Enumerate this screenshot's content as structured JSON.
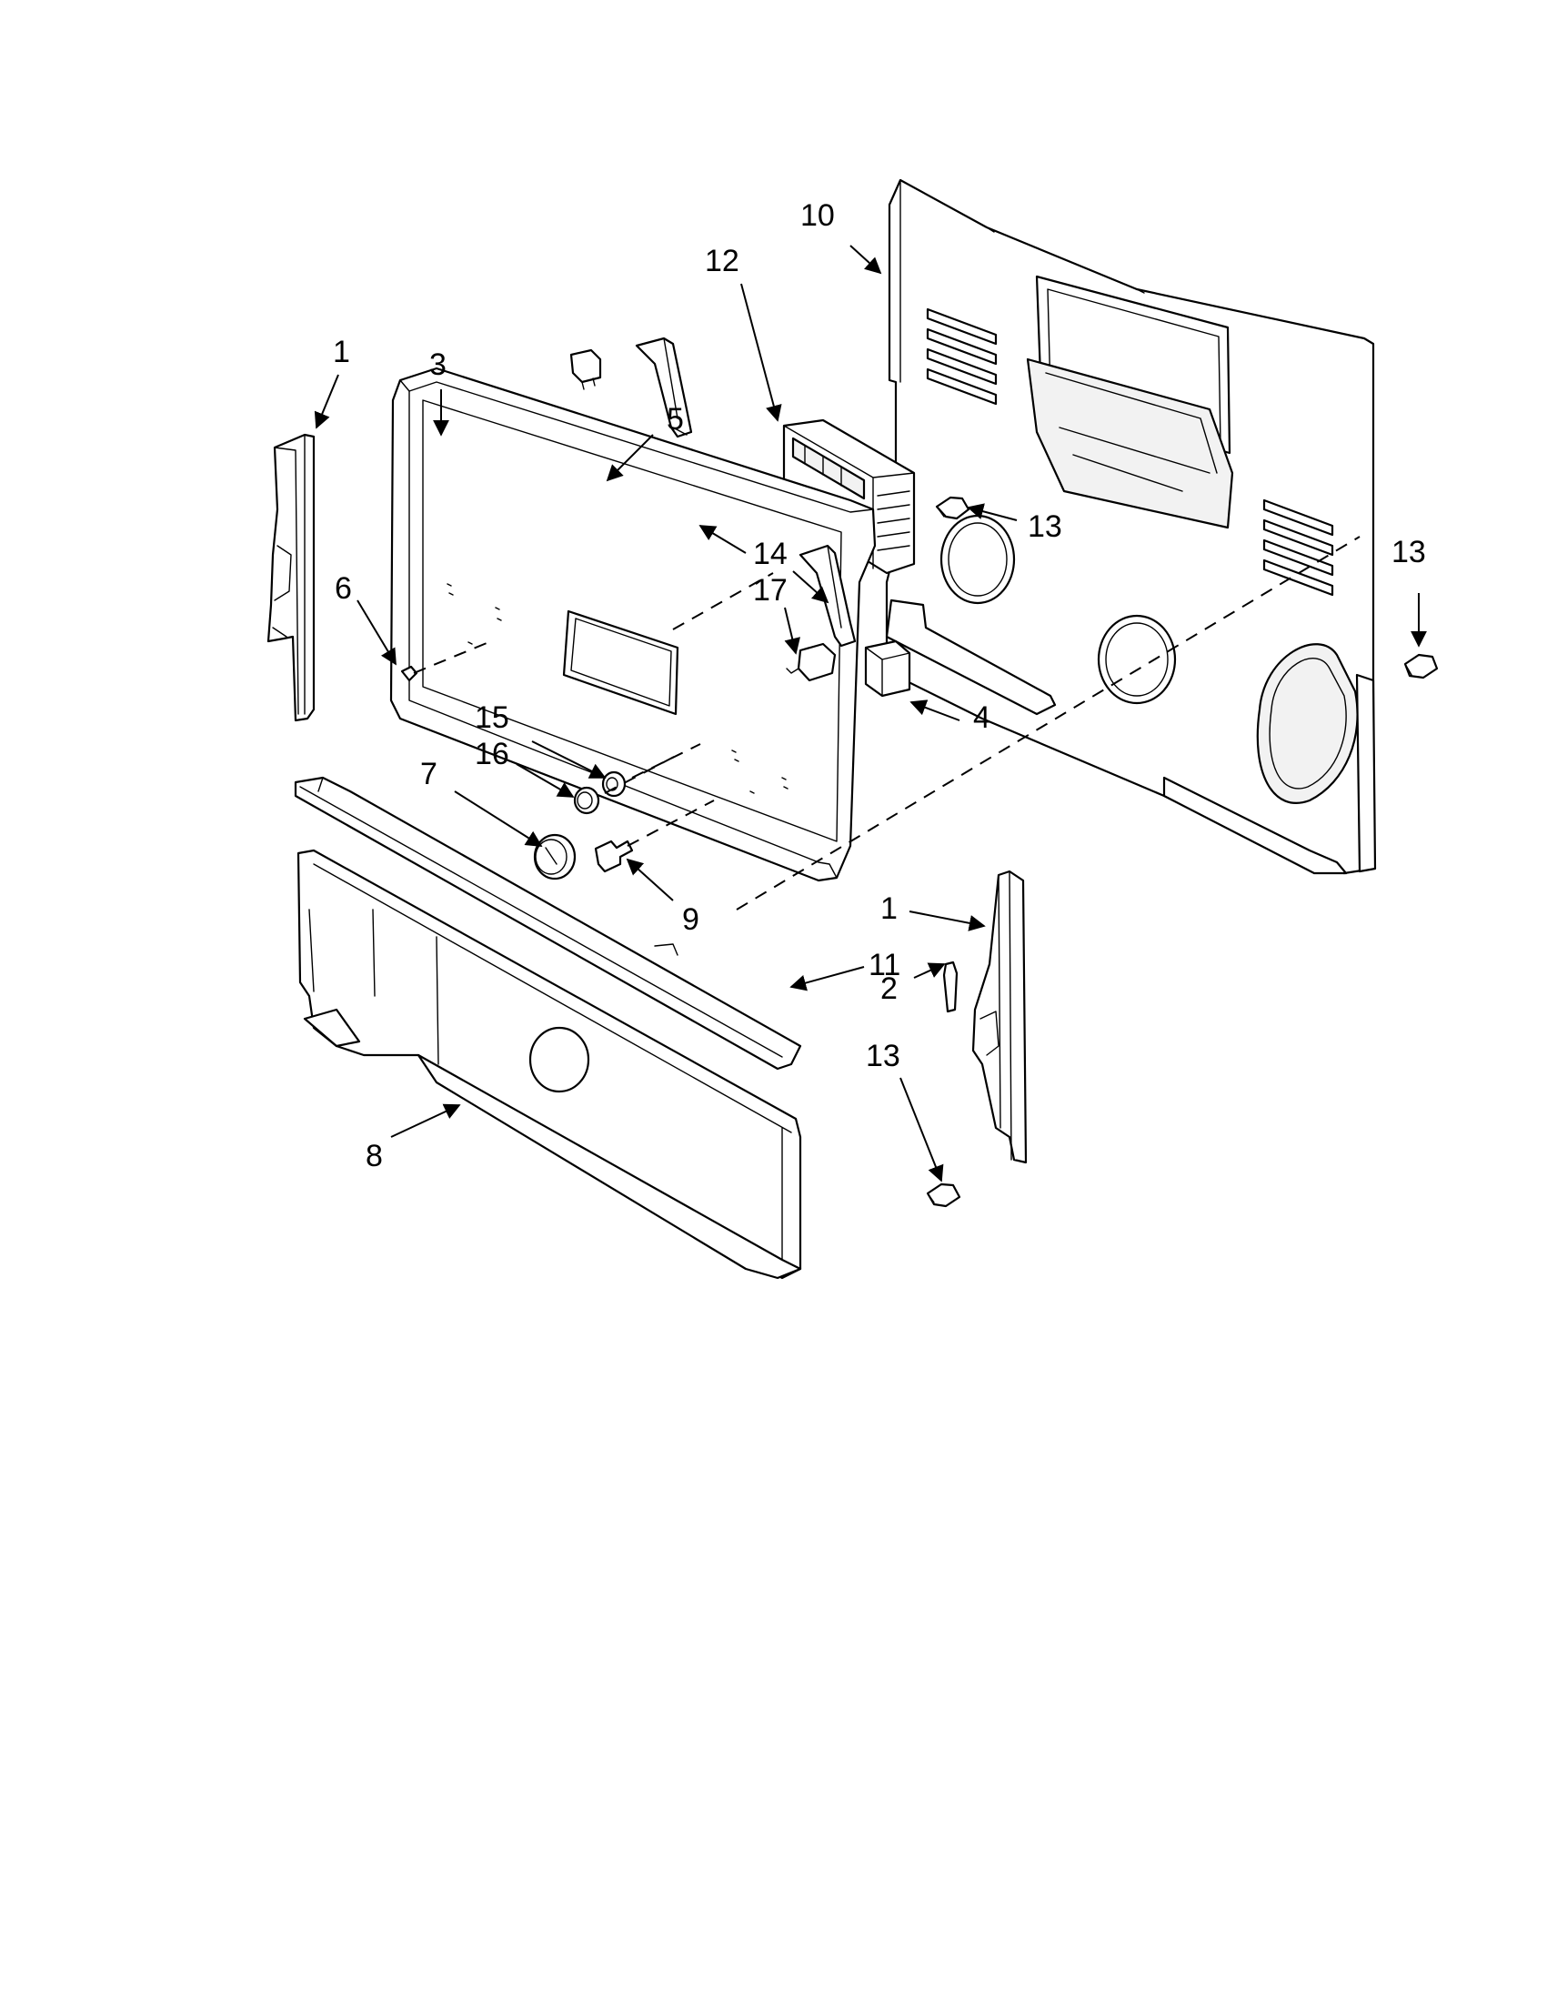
{
  "diagram": {
    "callouts": [
      {
        "id": "c1a",
        "label": "1"
      },
      {
        "id": "c3",
        "label": "3"
      },
      {
        "id": "c5",
        "label": "5"
      },
      {
        "id": "c12",
        "label": "12"
      },
      {
        "id": "c10",
        "label": "10"
      },
      {
        "id": "c13a",
        "label": "13"
      },
      {
        "id": "c13b",
        "label": "13"
      },
      {
        "id": "c6",
        "label": "6"
      },
      {
        "id": "c14",
        "label": "14"
      },
      {
        "id": "c17",
        "label": "17"
      },
      {
        "id": "c4",
        "label": "4"
      },
      {
        "id": "c15",
        "label": "15"
      },
      {
        "id": "c16",
        "label": "16"
      },
      {
        "id": "c7",
        "label": "7"
      },
      {
        "id": "c9",
        "label": "9"
      },
      {
        "id": "c1b",
        "label": "1"
      },
      {
        "id": "c11",
        "label": "11"
      },
      {
        "id": "c2",
        "label": "2"
      },
      {
        "id": "c13c",
        "label": "13"
      },
      {
        "id": "c8",
        "label": "8"
      }
    ]
  }
}
